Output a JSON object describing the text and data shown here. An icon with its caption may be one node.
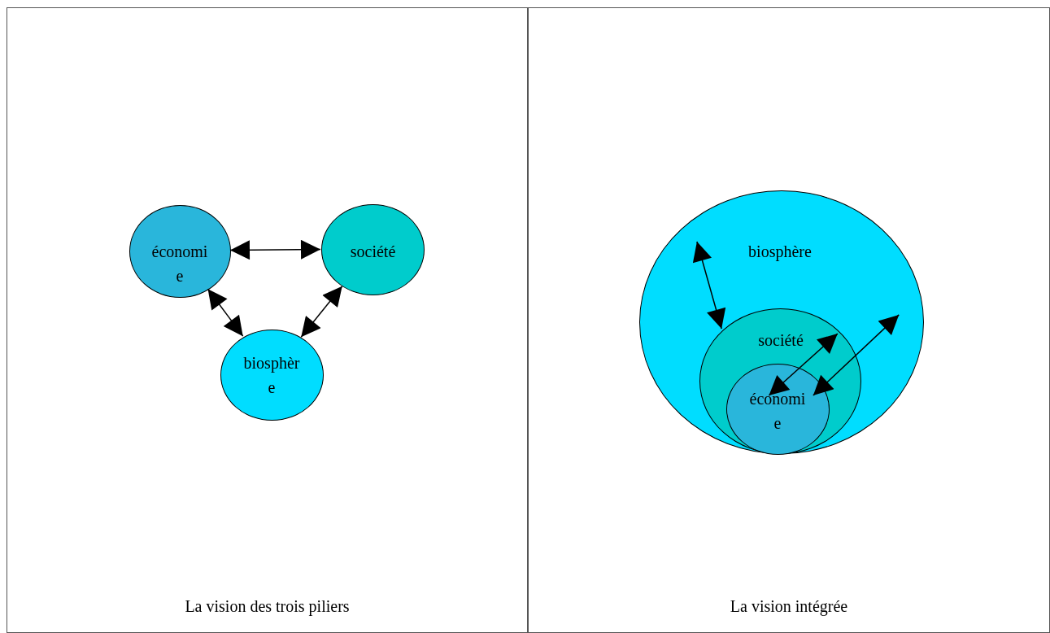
{
  "diagram": {
    "nodes": [
      {
        "text": [
          "La vision des trois piliers"
        ]
      },
      {
        "text": [
          "économie"
        ],
        "in": 0
      },
      {
        "text": [
          "société"
        ],
        "in": 0
      },
      {
        "text": [
          "biosphère"
        ],
        "in": 0
      },
      {
        "text": [
          "La vision intégrée"
        ]
      },
      {
        "text": [
          "biosphère"
        ],
        "in": 4
      },
      {
        "text": [
          "société"
        ],
        "in": 5
      },
      {
        "text": [
          "économie"
        ],
        "in": 6
      }
    ],
    "edges": [
      {
        "from": 1,
        "to": 2,
        "arrow": "both"
      },
      {
        "from": 1,
        "to": 3,
        "arrow": "both"
      },
      {
        "from": 2,
        "to": 3,
        "arrow": "both"
      },
      {
        "from": 5,
        "to": 6,
        "arrow": "both"
      },
      {
        "from": 6,
        "to": 7,
        "arrow": "both"
      },
      {
        "from": 7,
        "to": 5,
        "arrow": "both"
      }
    ]
  }
}
